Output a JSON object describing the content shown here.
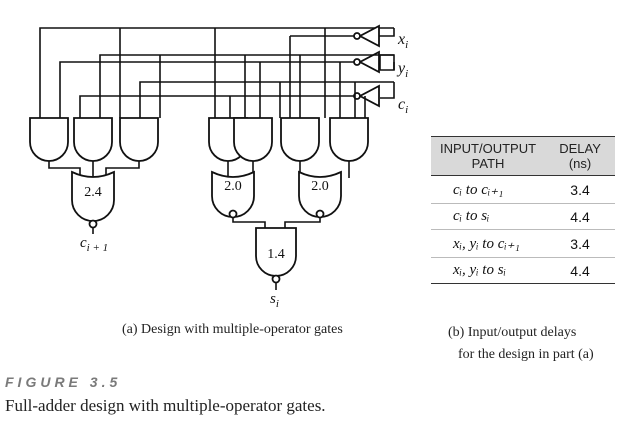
{
  "circuit": {
    "signals": {
      "xi": {
        "base": "x",
        "sub": "i"
      },
      "yi": {
        "base": "y",
        "sub": "i"
      },
      "ci": {
        "base": "c",
        "sub": "i"
      },
      "cout": {
        "base": "c",
        "sub": "i + 1"
      },
      "sum": {
        "base": "s",
        "sub": "i"
      }
    },
    "gate_delays": {
      "carry_gate": "2.4",
      "left_xor_gate": "2.0",
      "right_xor_gate": "2.0",
      "sum_gate": "1.4"
    }
  },
  "table": {
    "header": {
      "col1_line1": "INPUT/OUTPUT",
      "col1_line2": "PATH",
      "col2_line1": "DELAY",
      "col2_line2": "(ns)"
    },
    "rows": [
      {
        "path": "cᵢ to cᵢ₊₁",
        "delay": "3.4"
      },
      {
        "path": "cᵢ to sᵢ",
        "delay": "4.4"
      },
      {
        "path": "xᵢ, yᵢ to cᵢ₊₁",
        "delay": "3.4"
      },
      {
        "path": "xᵢ, yᵢ to sᵢ",
        "delay": "4.4"
      }
    ]
  },
  "captions": {
    "part_a": "(a) Design with multiple-operator gates",
    "part_b_line1": "(b) Input/output delays",
    "part_b_line2": "for the design in part (a)"
  },
  "figure": {
    "label": "FIGURE 3.5",
    "caption": "Full-adder design with multiple-operator gates."
  }
}
